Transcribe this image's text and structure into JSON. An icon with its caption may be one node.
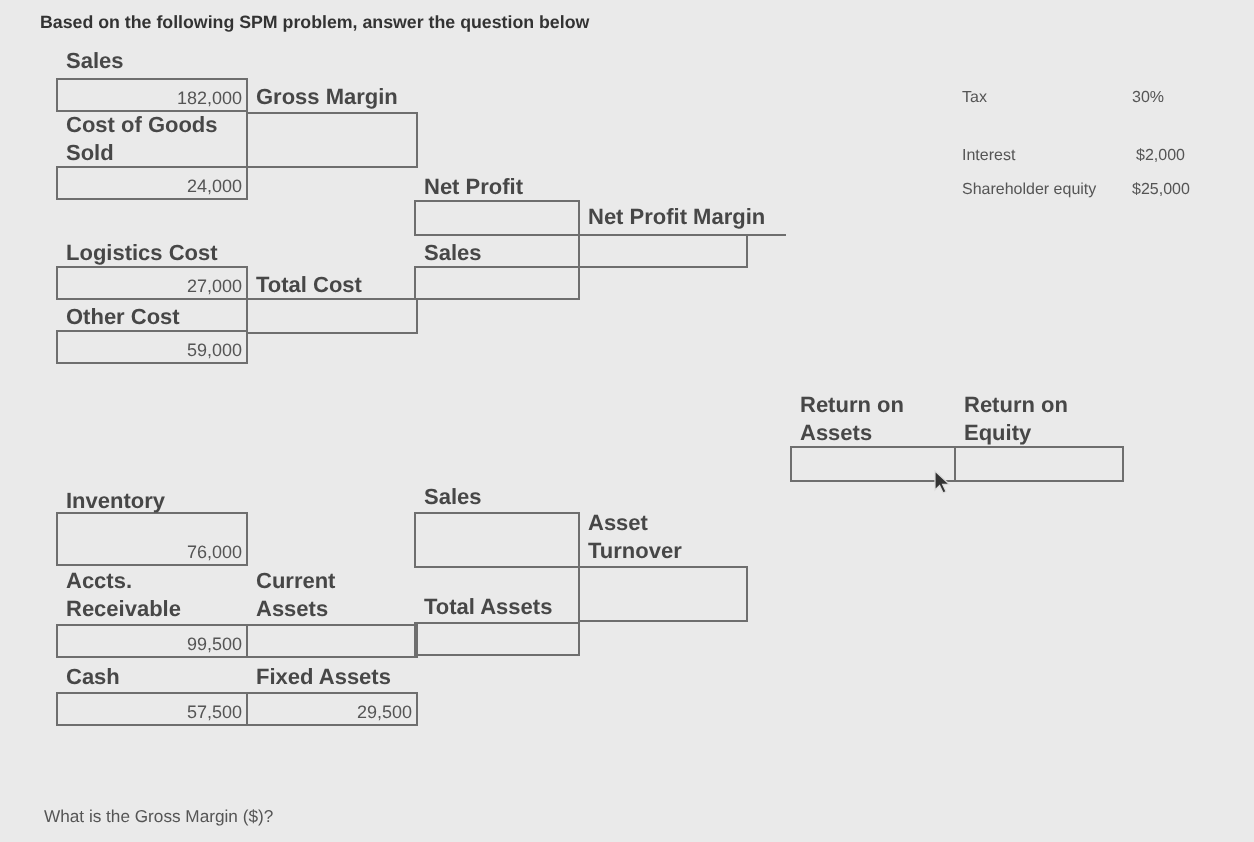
{
  "diagram": {
    "title": "Based on the following SPM problem, answer the question below",
    "nodes": [
      {
        "text": [
          "Sales",
          "182,000"
        ]
      },
      {
        "text": [
          "Cost of Goods Sold",
          "24,000"
        ]
      },
      {
        "text": [
          "Gross Margin"
        ]
      },
      {
        "text": [
          "Logistics Cost",
          "27,000"
        ]
      },
      {
        "text": [
          "Other Cost",
          "59,000"
        ]
      },
      {
        "text": [
          "Total Cost"
        ]
      },
      {
        "text": [
          "Net Profit"
        ]
      },
      {
        "text": [
          "Sales"
        ]
      },
      {
        "text": [
          "Net Profit Margin"
        ]
      },
      {
        "text": [
          "Inventory",
          "76,000"
        ]
      },
      {
        "text": [
          "Accts. Receivable",
          "99,500"
        ]
      },
      {
        "text": [
          "Current Assets"
        ]
      },
      {
        "text": [
          "Cash",
          "57,500"
        ]
      },
      {
        "text": [
          "Fixed Assets",
          "29,500"
        ]
      },
      {
        "text": [
          "Sales"
        ]
      },
      {
        "text": [
          "Total Assets"
        ]
      },
      {
        "text": [
          "Asset Turnover"
        ]
      },
      {
        "text": [
          "Return on Assets"
        ]
      },
      {
        "text": [
          "Return on Equity"
        ]
      }
    ],
    "labels": [
      "Tax",
      "30%",
      "Interest",
      "$2,000",
      "Shareholder equity",
      "$25,000",
      "What is the Gross Margin ($)?"
    ]
  }
}
